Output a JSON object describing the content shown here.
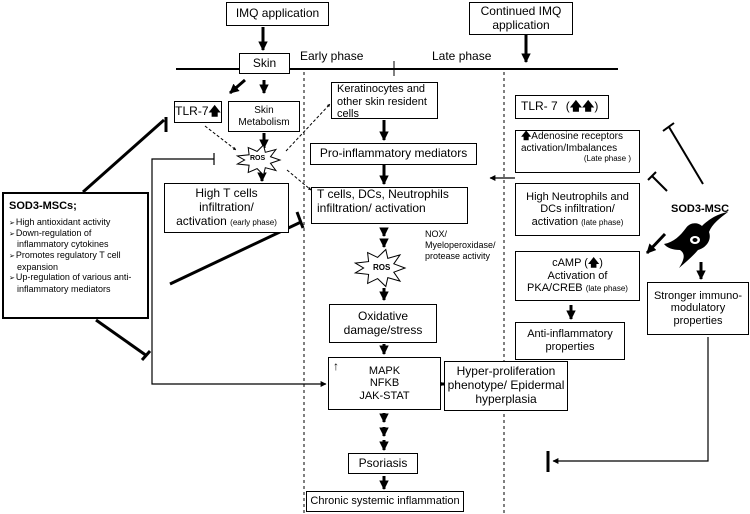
{
  "imq_application": "IMQ application",
  "continued_imq": [
    "Continued IMQ",
    "application"
  ],
  "skin": "Skin",
  "early_phase": "Early phase",
  "late_phase": "Late phase",
  "tlr7_left": "TLR-7",
  "skin_metabolism": [
    "Skin",
    "Metabolism"
  ],
  "ros": "ROS",
  "high_t_cells": [
    "High T cells",
    "infiltration/",
    "activation"
  ],
  "early_phase_note": "(early phase)",
  "keratinocytes": [
    "Keratinocytes and",
    "other skin resident",
    "cells"
  ],
  "pro_inflammatory": "Pro-inflammatory mediators",
  "t_cells_dcs": [
    "T cells, DCs, Neutrophils",
    "infiltration/ activation"
  ],
  "nox_note": [
    "NOX/",
    "Myeloperoxidase/",
    "protease activity"
  ],
  "oxidative": [
    "Oxidative",
    "damage/stress"
  ],
  "mapk": [
    "MAPK",
    "NFKB",
    "JAK-STAT"
  ],
  "hyperproliferation": [
    "Hyper-proliferation",
    "phenotype/ Epidermal",
    "hyperplasia"
  ],
  "psoriasis": "Psoriasis",
  "chronic": "Chronic systemic inflammation",
  "tlr7_right": "TLR- 7",
  "adenosine": [
    "Adenosine receptors",
    "activation/Imbalances"
  ],
  "late_phase_note": "(Late phase )",
  "high_neutrophils": [
    "High Neutrophils and",
    "DCs infiltration/",
    "activation"
  ],
  "late_phase_note2": "(late phase)",
  "camp": [
    "cAMP (",
    ")",
    "Activation of",
    "PKA/CREB"
  ],
  "late_phase_note3": "(late phase)",
  "anti_inflammatory": [
    "Anti-inflammatory",
    "properties"
  ],
  "sod3_msc": "SOD3-MSC",
  "stronger": [
    "Stronger immuno-",
    "modulatory",
    "properties"
  ],
  "sod3_mscs_title": "SOD3-MSCs;",
  "sod3_mscs_items": [
    "High antioxidant activity",
    "Down-regulation of inflammatory cytokines",
    "Promotes regulatory T cell expansion",
    "Up-regulation of various anti-inflammatory mediators"
  ]
}
